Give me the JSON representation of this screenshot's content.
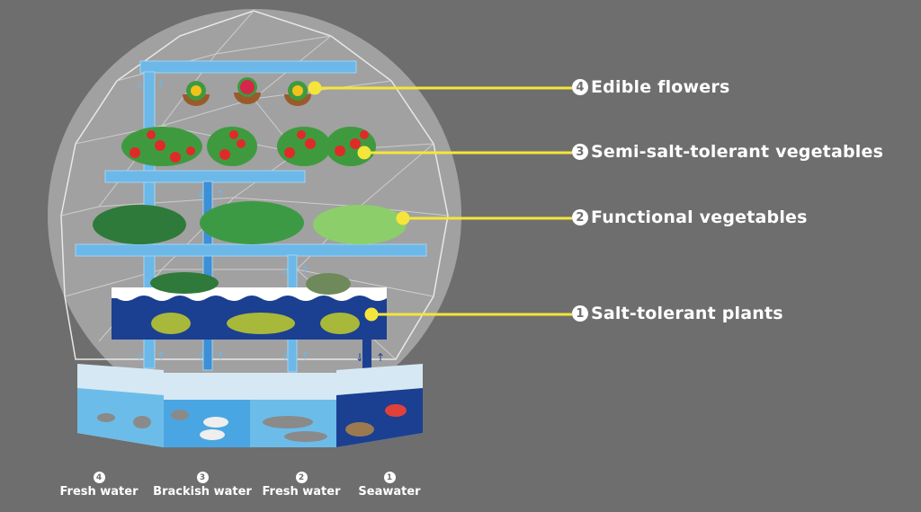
{
  "colors": {
    "background": "#6e6e6e",
    "dome": "#a6a6a6",
    "pipe": "#6cb8e8",
    "pipe_dark": "#3d8fd6",
    "callout_line": "#f5e53b",
    "seawater": "#1b3f91",
    "freshwater_light": "#cfe3f1",
    "freshwater": "#6cbce9",
    "brackish": "#4aa6e2"
  },
  "callouts": [
    {
      "number": "4",
      "label": "Edible flowers"
    },
    {
      "number": "3",
      "label": "Semi-salt-tolerant vegetables"
    },
    {
      "number": "2",
      "label": "Functional vegetables"
    },
    {
      "number": "1",
      "label": "Salt-tolerant plants"
    }
  ],
  "tanks": [
    {
      "number": "4",
      "label": "Fresh water"
    },
    {
      "number": "3",
      "label": "Brackish water"
    },
    {
      "number": "2",
      "label": "Fresh water"
    },
    {
      "number": "1",
      "label": "Seawater"
    }
  ],
  "icons": {
    "flow_down": "↓",
    "flow_up": "↑"
  }
}
